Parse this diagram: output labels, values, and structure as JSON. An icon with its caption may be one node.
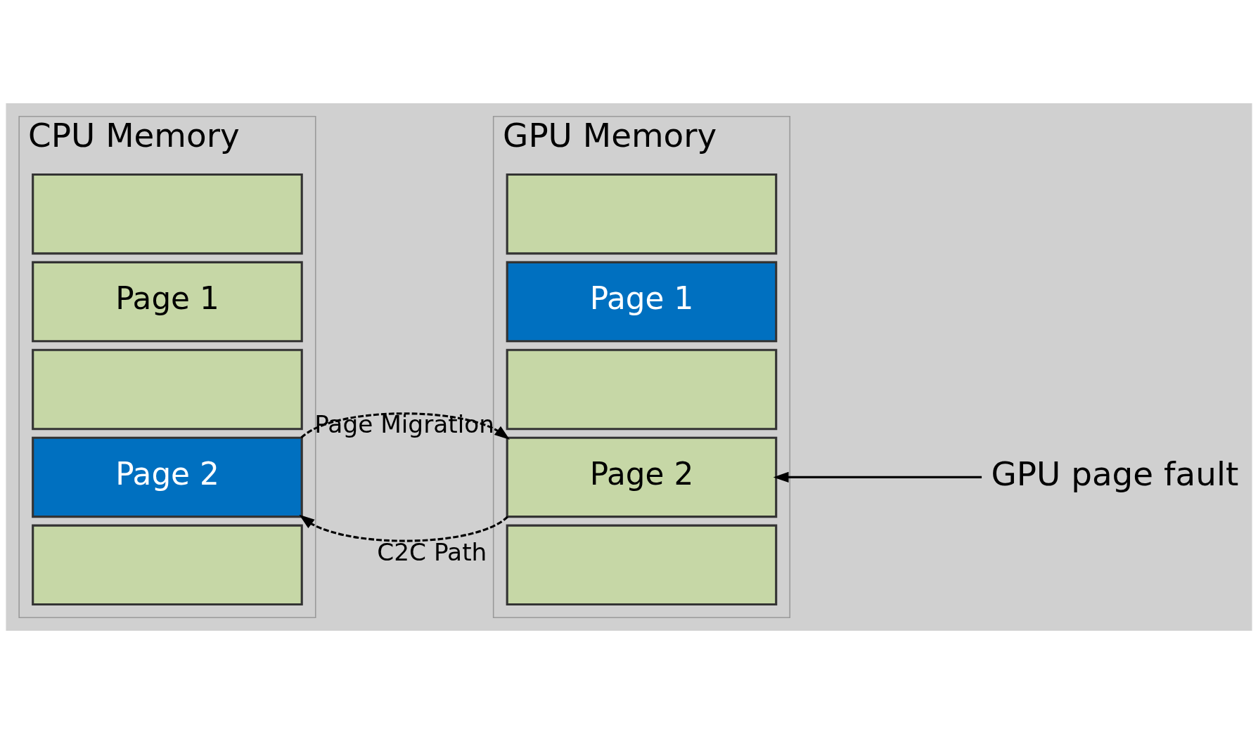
{
  "diagram": {
    "nodes": [
      {
        "text": [
          "CPU Memory"
        ]
      },
      {
        "text": [],
        "shape": "box",
        "in": 0
      },
      {
        "text": [
          "Page 1"
        ],
        "in": 0
      },
      {
        "text": [],
        "shape": "box",
        "in": 0
      },
      {
        "text": [
          "Page 2"
        ],
        "in": 0
      },
      {
        "text": [],
        "shape": "box",
        "in": 0
      },
      {
        "text": [
          "GPU Memory"
        ]
      },
      {
        "text": [],
        "shape": "box",
        "in": 6
      },
      {
        "text": [
          "Page 1"
        ],
        "in": 6
      },
      {
        "text": [],
        "shape": "box",
        "in": 6
      },
      {
        "text": [
          "Page 2"
        ],
        "in": 6
      },
      {
        "text": [],
        "shape": "box",
        "in": 6
      },
      {
        "text": [
          "GPU page fault"
        ]
      }
    ],
    "edges": [
      {
        "from": 4,
        "to": 10,
        "arrow": "to",
        "label": "Page Migration",
        "style": "dashed"
      },
      {
        "from": 10,
        "to": 4,
        "arrow": "to",
        "label": "C2C Path",
        "style": "dashed"
      },
      {
        "from": 12,
        "to": 10,
        "arrow": "to"
      }
    ]
  }
}
